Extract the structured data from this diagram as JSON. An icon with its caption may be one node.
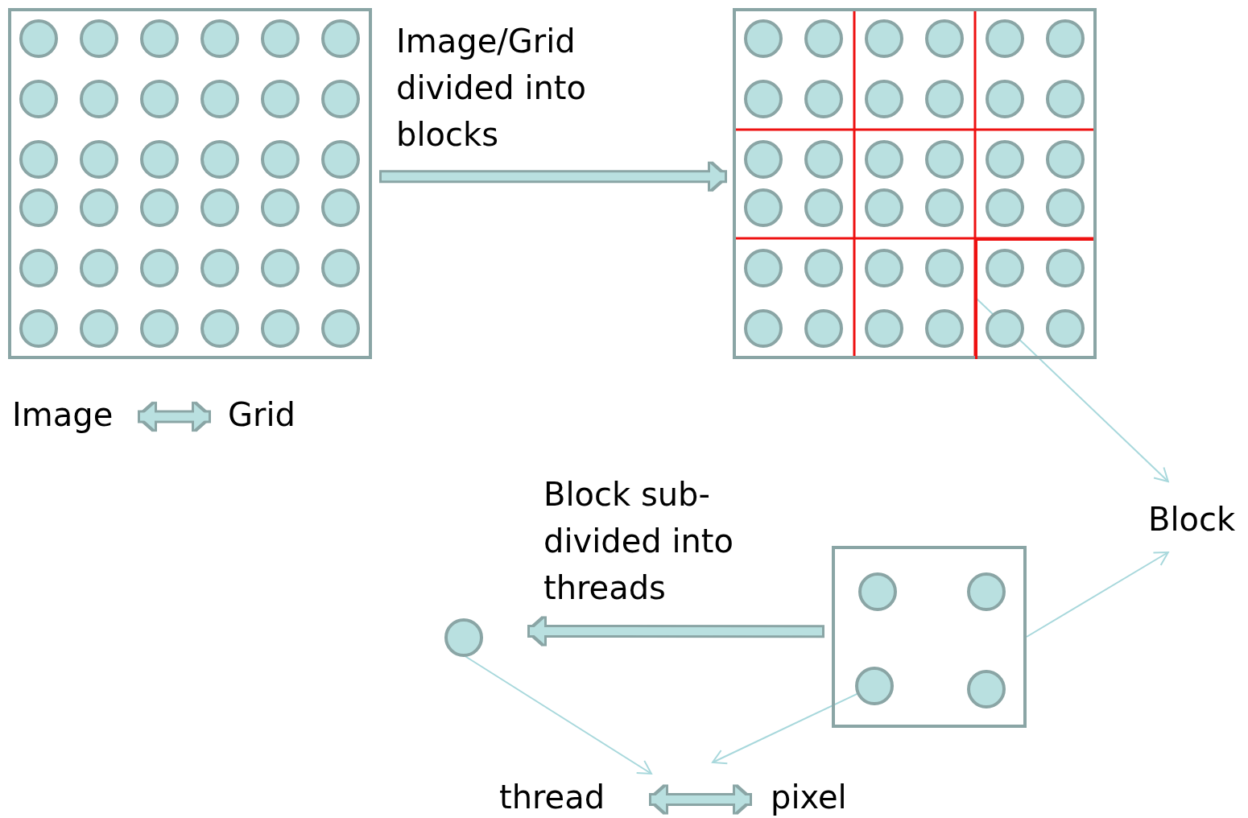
{
  "diagram": {
    "nodes": [
      {
        "text": [],
        "shape": "box"
      },
      {
        "text": [
          "Image"
        ]
      },
      {
        "text": [
          "Grid"
        ]
      },
      {
        "text": [],
        "shape": "box"
      },
      {
        "text": [],
        "shape": "box",
        "in": 3
      },
      {
        "text": [
          "Block"
        ]
      },
      {
        "text": [],
        "shape": "box"
      },
      {
        "text": [],
        "shape": "circle",
        "in": 6
      },
      {
        "text": [],
        "shape": "circle"
      },
      {
        "text": [
          "thread"
        ]
      },
      {
        "text": [
          "pixel"
        ]
      }
    ],
    "edges": [
      {
        "from": 0,
        "to": 3,
        "arrow": "to",
        "style": "thick",
        "label": "Image/Grid divided into blocks"
      },
      {
        "from": 1,
        "to": 2,
        "arrow": "both",
        "style": "thick"
      },
      {
        "from": 4,
        "to": 5,
        "arrow": "to",
        "color": "#a8d8dc"
      },
      {
        "from": 6,
        "to": 5,
        "arrow": "to",
        "color": "#a8d8dc"
      },
      {
        "from": 6,
        "to": 8,
        "arrow": "to",
        "style": "thick",
        "label": "Block sub-divided into threads"
      },
      {
        "from": 8,
        "to": 9,
        "arrow": "to",
        "color": "#a8d8dc"
      },
      {
        "from": 7,
        "to": 10,
        "arrow": "to",
        "color": "#a8d8dc"
      },
      {
        "from": 9,
        "to": 10,
        "arrow": "both",
        "style": "thick"
      }
    ]
  }
}
